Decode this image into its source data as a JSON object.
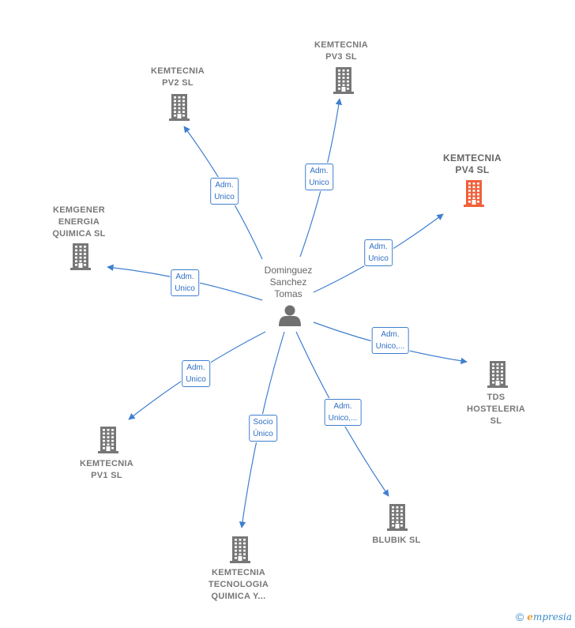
{
  "center": {
    "id": "person",
    "lines": [
      "Dominguez",
      "Sanchez",
      "Tomas"
    ],
    "icon": "person-icon"
  },
  "colors": {
    "edge": "#3f7fd0",
    "company": "#777777",
    "company_highlight": "#f0603a",
    "person": "#707070"
  },
  "companies": [
    {
      "id": "pv3",
      "lines": [
        "KEMTECNIA",
        "PV3  SL"
      ],
      "icon": "building-icon",
      "highlight": false
    },
    {
      "id": "pv2",
      "lines": [
        "KEMTECNIA",
        "PV2  SL"
      ],
      "icon": "building-icon",
      "highlight": false
    },
    {
      "id": "pv4",
      "lines": [
        "KEMTECNIA",
        "PV4  SL"
      ],
      "icon": "building-icon",
      "highlight": true
    },
    {
      "id": "kemgener",
      "lines": [
        "KEMGENER",
        "ENERGIA",
        "QUIMICA  SL"
      ],
      "icon": "building-icon",
      "highlight": false
    },
    {
      "id": "tds",
      "lines": [
        "TDS",
        "HOSTELERIA",
        "SL"
      ],
      "icon": "building-icon",
      "highlight": false
    },
    {
      "id": "pv1",
      "lines": [
        "KEMTECNIA",
        "PV1  SL"
      ],
      "icon": "building-icon",
      "highlight": false
    },
    {
      "id": "blubik",
      "lines": [
        "BLUBIK  SL"
      ],
      "icon": "building-icon",
      "highlight": false
    },
    {
      "id": "tecnologia",
      "lines": [
        "KEMTECNIA",
        "TECNOLOGIA",
        "QUIMICA Y..."
      ],
      "icon": "building-icon",
      "highlight": false
    }
  ],
  "relations": [
    {
      "to": "pv3",
      "lines": [
        "Adm.",
        "Unico"
      ]
    },
    {
      "to": "pv2",
      "lines": [
        "Adm.",
        "Unico"
      ]
    },
    {
      "to": "pv4",
      "lines": [
        "Adm.",
        "Unico"
      ]
    },
    {
      "to": "kemgener",
      "lines": [
        "Adm.",
        "Unico"
      ]
    },
    {
      "to": "tds",
      "lines": [
        "Adm.",
        "Unico,..."
      ]
    },
    {
      "to": "pv1",
      "lines": [
        "Adm.",
        "Unico"
      ]
    },
    {
      "to": "blubik",
      "lines": [
        "Adm.",
        "Unico,..."
      ]
    },
    {
      "to": "tecnologia",
      "lines": [
        "Socio",
        "Único"
      ]
    }
  ],
  "footer": {
    "copyright": "©",
    "brand_first": "e",
    "brand_rest": "mpresia"
  }
}
